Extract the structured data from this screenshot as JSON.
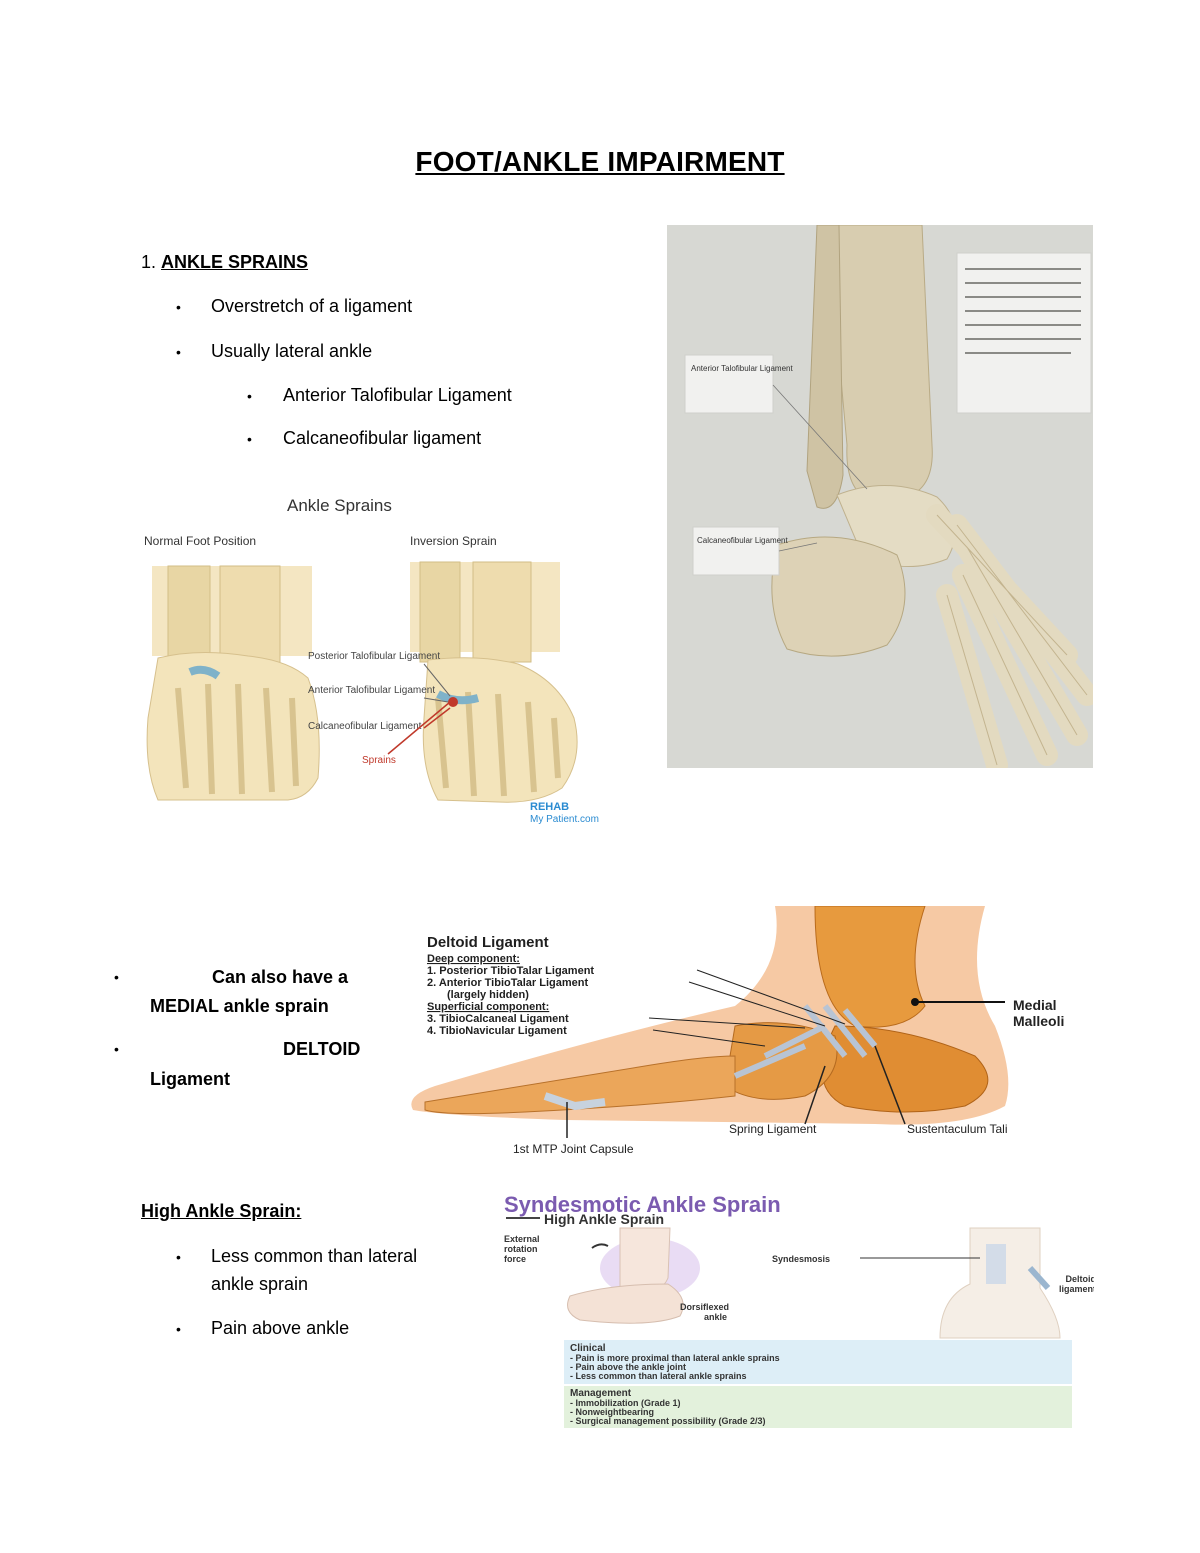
{
  "doc": {
    "title": "FOOT/ANKLE IMPAIRMENT"
  },
  "section1": {
    "number": "1.",
    "heading": "ANKLE SPRAINS",
    "bullets": [
      "Overstretch of a ligament",
      "Usually lateral ankle"
    ],
    "sub_bullets": [
      "Anterior Talofibular Ligament",
      "Calcaneofibular ligament"
    ],
    "bullet_glyph": "•"
  },
  "fig_sprains": {
    "title": "Ankle Sprains",
    "left_label": "Normal Foot Position",
    "right_label": "Inversion Sprain",
    "callouts": [
      "Posterior Talofibular Ligament",
      "Anterior Talofibular Ligament",
      "Calcaneofibular Ligament"
    ],
    "sprain_label": "Sprains",
    "logo_line1": "REHAB",
    "logo_line2": "My Patient.com"
  },
  "fig_3d": {
    "callout1": "Anterior Talofibular Ligament",
    "callout2": "Calcaneofibular Ligament"
  },
  "medial": {
    "bullet1_a": "Can also have a",
    "bullet1_b": "MEDIAL ankle sprain",
    "bullet2_a": "DELTOID",
    "bullet2_b": "Ligament"
  },
  "fig_deltoid": {
    "title": "Deltoid Ligament",
    "deep_heading": "Deep component:",
    "deep_items": [
      "1. Posterior TibioTalar Ligament",
      "2. Anterior TibioTalar Ligament",
      "(largely hidden)"
    ],
    "superficial_heading": "Superficial component:",
    "superficial_items": [
      "3. TibioCalcaneal Ligament",
      "4. TibioNavicular Ligament"
    ],
    "medial_label_1": "Medial",
    "medial_label_2": "Malleoli",
    "spring_label": "Spring Ligament",
    "sustentaculum_label": "Sustentaculum Tali",
    "mtp_label": "1st MTP Joint Capsule"
  },
  "high_ankle": {
    "heading": "High Ankle Sprain:",
    "bullet1_a": "Less common than lateral",
    "bullet1_b": "ankle sprain",
    "bullet2": "Pain above ankle"
  },
  "fig_syndesmotic": {
    "title": "Syndesmotic Ankle Sprain",
    "subtitle": "High Ankle Sprain",
    "external_rotation_1": "External",
    "external_rotation_2": "rotation",
    "external_rotation_3": "force",
    "dorsiflexed_1": "Dorsiflexed",
    "dorsiflexed_2": "ankle",
    "syndesmosis": "Syndesmosis",
    "deltoid_1": "Deltoid",
    "deltoid_2": "ligament",
    "clinical_heading": "Clinical",
    "clinical_items": [
      "- Pain is more proximal than lateral ankle sprains",
      "- Pain above the ankle joint",
      "- Less common than lateral ankle sprains"
    ],
    "management_heading": "Management",
    "management_items": [
      "- Immobilization (Grade 1)",
      "- Nonweightbearing",
      "- Surgical management possibility (Grade 2/3)"
    ]
  }
}
